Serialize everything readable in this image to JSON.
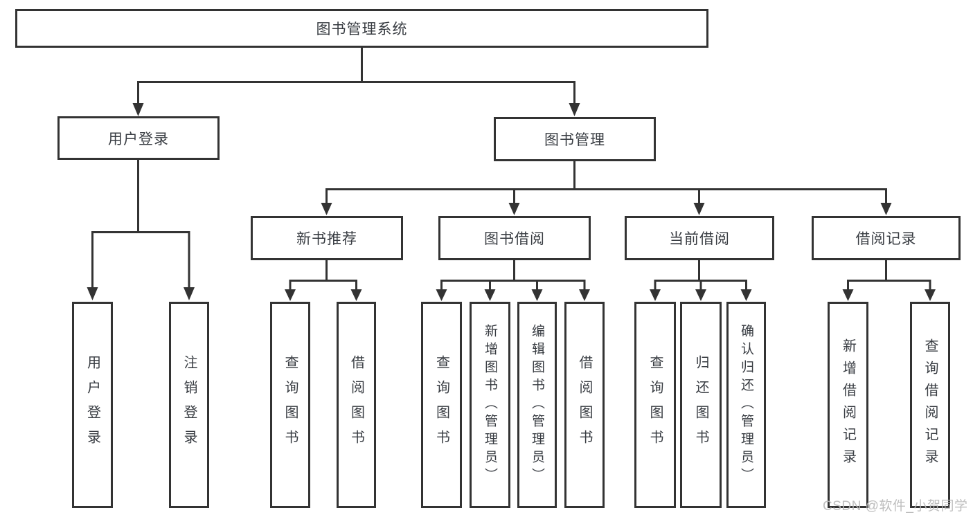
{
  "diagram": {
    "title": "图书管理系统",
    "nodes": {
      "root": {
        "label": "图书管理系统"
      },
      "level2": [
        {
          "label": "用户登录"
        },
        {
          "label": "图书管理"
        }
      ],
      "level3": [
        {
          "label": "新书推荐",
          "parent": "图书管理"
        },
        {
          "label": "图书借阅",
          "parent": "图书管理"
        },
        {
          "label": "当前借阅",
          "parent": "图书管理"
        },
        {
          "label": "借阅记录",
          "parent": "图书管理"
        }
      ],
      "leaves": [
        {
          "label": "用户登录",
          "parent": "用户登录"
        },
        {
          "label": "注销登录",
          "parent": "用户登录"
        },
        {
          "label": "查询图书",
          "parent": "新书推荐"
        },
        {
          "label": "借阅图书",
          "parent": "新书推荐"
        },
        {
          "label": "查询图书",
          "parent": "图书借阅"
        },
        {
          "label": "新增图书（管理员）",
          "parent": "图书借阅"
        },
        {
          "label": "编辑图书（管理员）",
          "parent": "图书借阅"
        },
        {
          "label": "借阅图书",
          "parent": "图书借阅"
        },
        {
          "label": "查询图书",
          "parent": "当前借阅"
        },
        {
          "label": "归还图书",
          "parent": "当前借阅"
        },
        {
          "label": "确认归还（管理员）",
          "parent": "当前借阅"
        },
        {
          "label": "新增借阅记录",
          "parent": "借阅记录"
        },
        {
          "label": "查询借阅记录",
          "parent": "借阅记录"
        }
      ]
    }
  },
  "watermark": {
    "text": "CSDN @软件_小贺同学"
  },
  "colors": {
    "line": "#333333",
    "box_border": "#333333",
    "box_fill": "#ffffff",
    "text": "#383c42",
    "watermark": "#b9b9b9",
    "background": "#ffffff"
  }
}
